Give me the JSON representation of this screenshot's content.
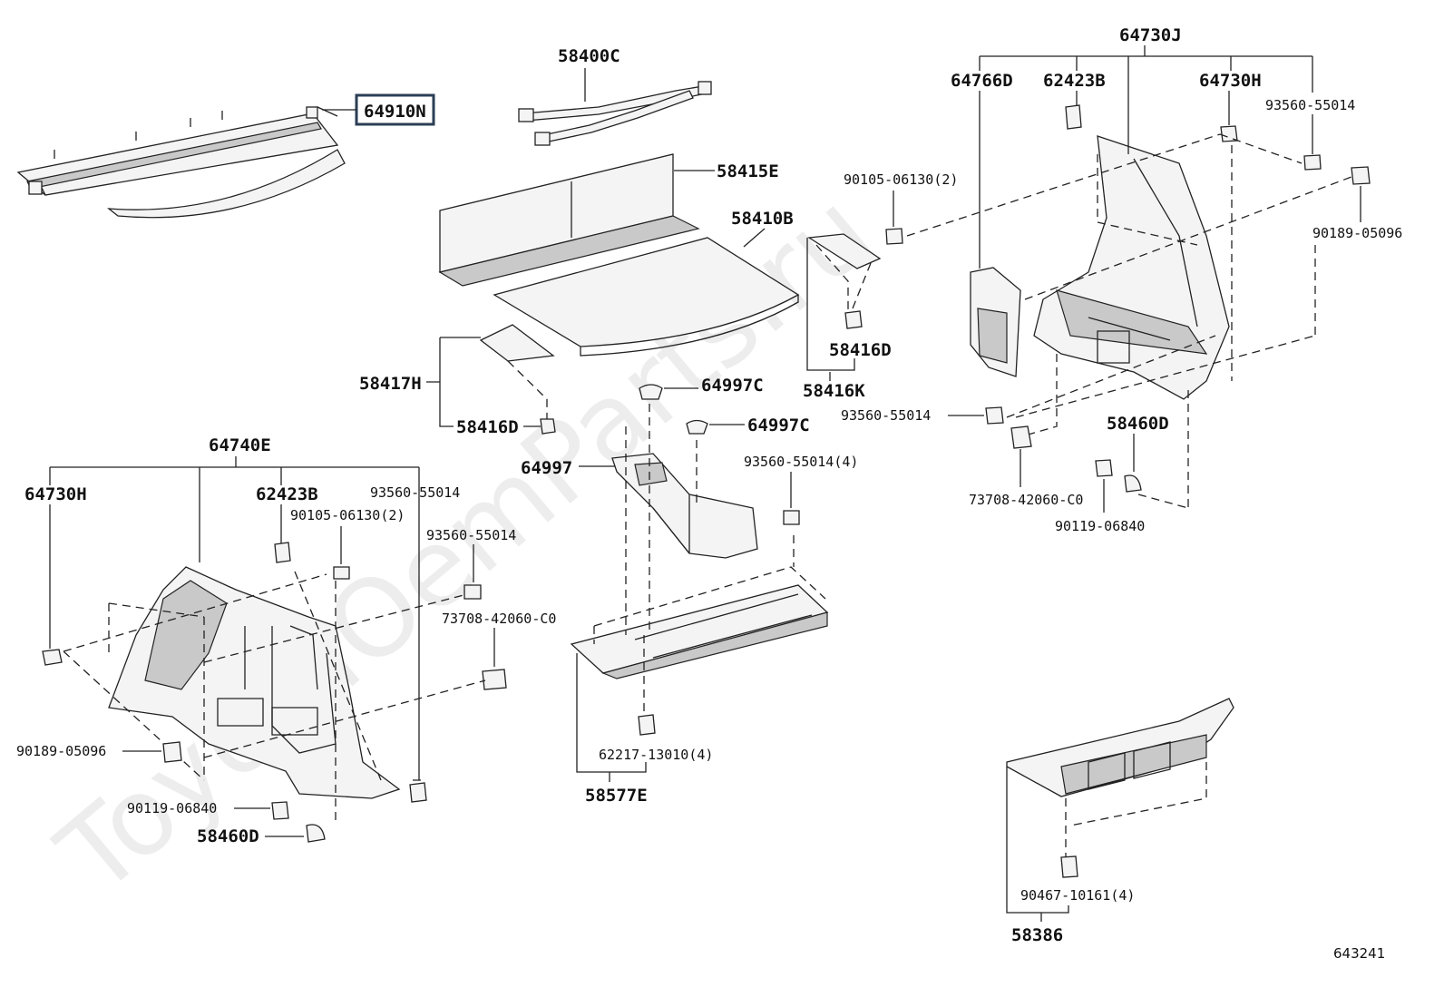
{
  "watermark": "ToyotaOemParts.ru",
  "reference_number": "643241",
  "parts": {
    "cover_tonneau": "64910N",
    "cord": "58400C",
    "board_front": "58415E",
    "board_deck": "58410B",
    "panel_left_small": "58417H",
    "clip_left_small": "58416D",
    "panel_right_small": "58416K",
    "clip_right_small": "58416D",
    "trim_left_assy": "64740E",
    "trim_left_pad": "64730H",
    "trim_left_hook": "62423B",
    "trim_left_screw_top": "93560-55014",
    "trim_left_bolt": "90105-06130(2)",
    "trim_left_screw_mid": "93560-55014",
    "trim_left_grommet": "73708-42060-C0",
    "trim_left_clip": "90189-05096",
    "trim_left_screw_low": "90119-06840",
    "trim_left_cap": "58460D",
    "box_center": "64997",
    "box_cap_a": "64997C",
    "box_cap_b": "64997C",
    "box_screw": "93560-55014(4)",
    "plate_clip": "62217-13010(4)",
    "plate_sill": "58577E",
    "trim_right_assy": "64730J",
    "trim_right_cover": "64766D",
    "trim_right_hook": "62423B",
    "trim_right_pad": "64730H",
    "trim_right_screw_top": "93560-55014",
    "trim_right_bolt": "90105-06130(2)",
    "trim_right_clip": "90189-05096",
    "trim_right_screw_mid": "93560-55014",
    "trim_right_cap": "58460D",
    "trim_right_grommet": "73708-42060-C0",
    "trim_right_screw_low": "90119-06840",
    "rear_clip": "90467-10161(4)",
    "rear_plate": "58386"
  },
  "highlighted_part": "64910N"
}
